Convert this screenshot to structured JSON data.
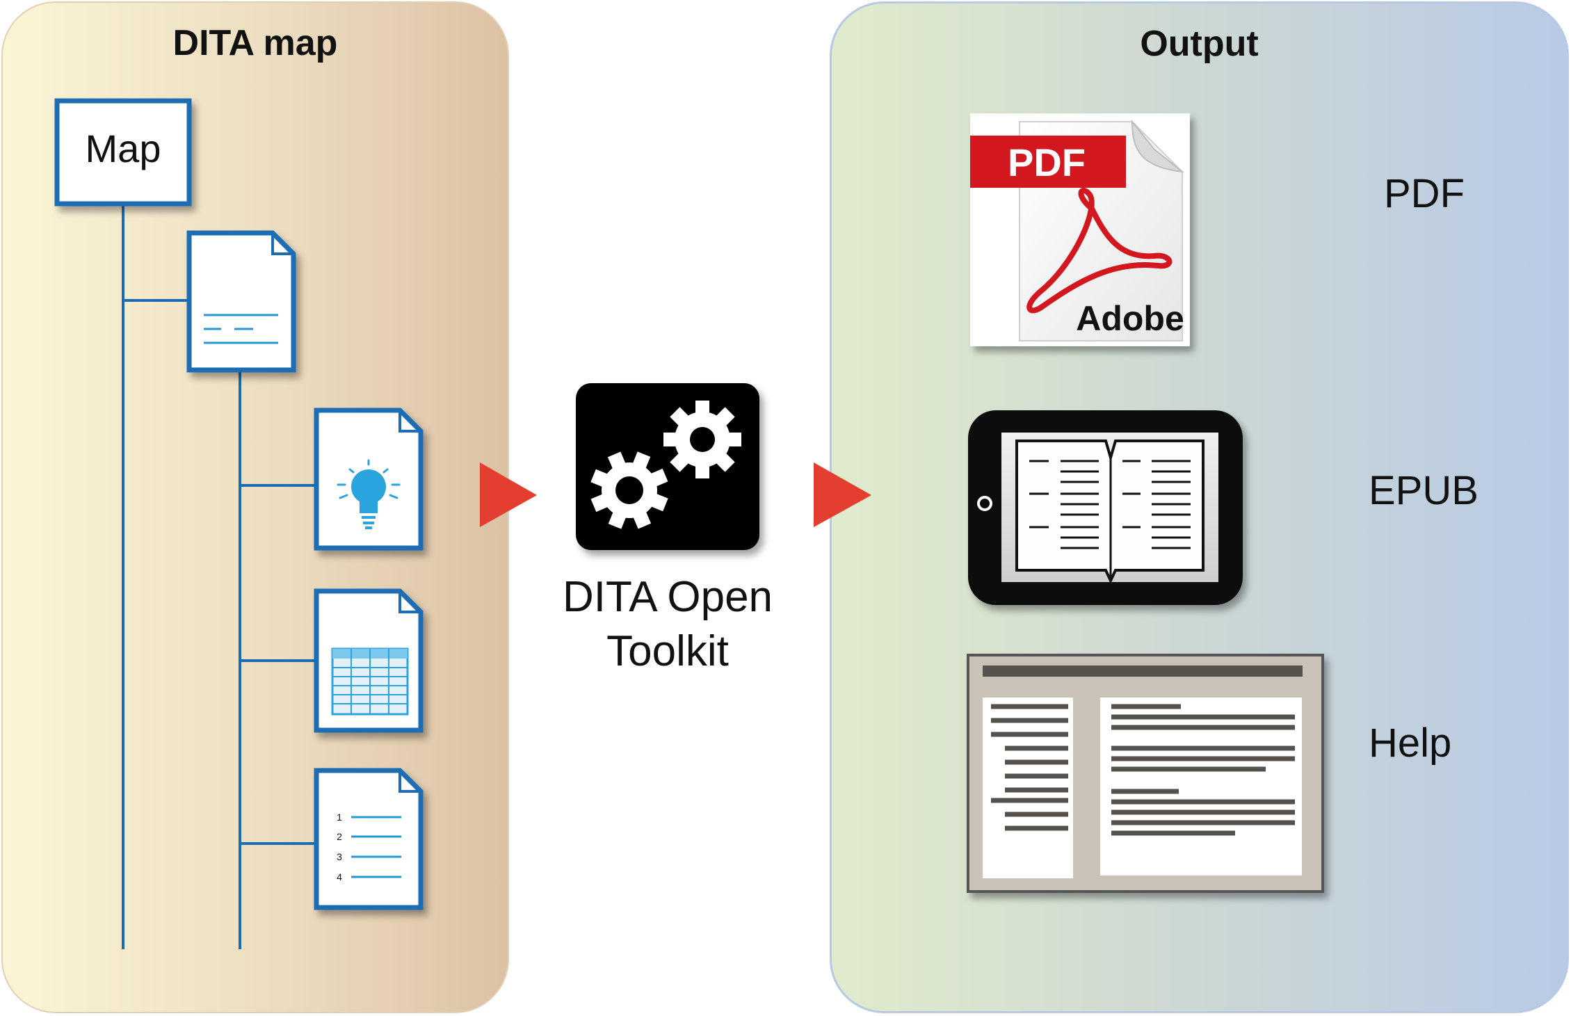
{
  "panels": {
    "map_title": "DITA map",
    "output_title": "Output"
  },
  "map": {
    "root_label": "Map",
    "topic_icons": [
      "generic-topic-icon",
      "concept-topic-icon",
      "reference-topic-icon",
      "task-topic-icon"
    ],
    "task_steps": [
      "1",
      "2",
      "3",
      "4"
    ]
  },
  "toolkit": {
    "label_line1": "DITA Open",
    "label_line2": "Toolkit",
    "icon": "gears-icon"
  },
  "outputs": [
    {
      "label": "PDF",
      "icon": "pdf-adobe-icon",
      "badge": "PDF",
      "brand": "Adobe"
    },
    {
      "label": "EPUB",
      "icon": "ebook-tablet-icon"
    },
    {
      "label": "Help",
      "icon": "help-window-icon"
    }
  ],
  "colors": {
    "blue": "#1b6db3",
    "arrow_red": "#e43e30",
    "pdf_red": "#d3171e"
  }
}
